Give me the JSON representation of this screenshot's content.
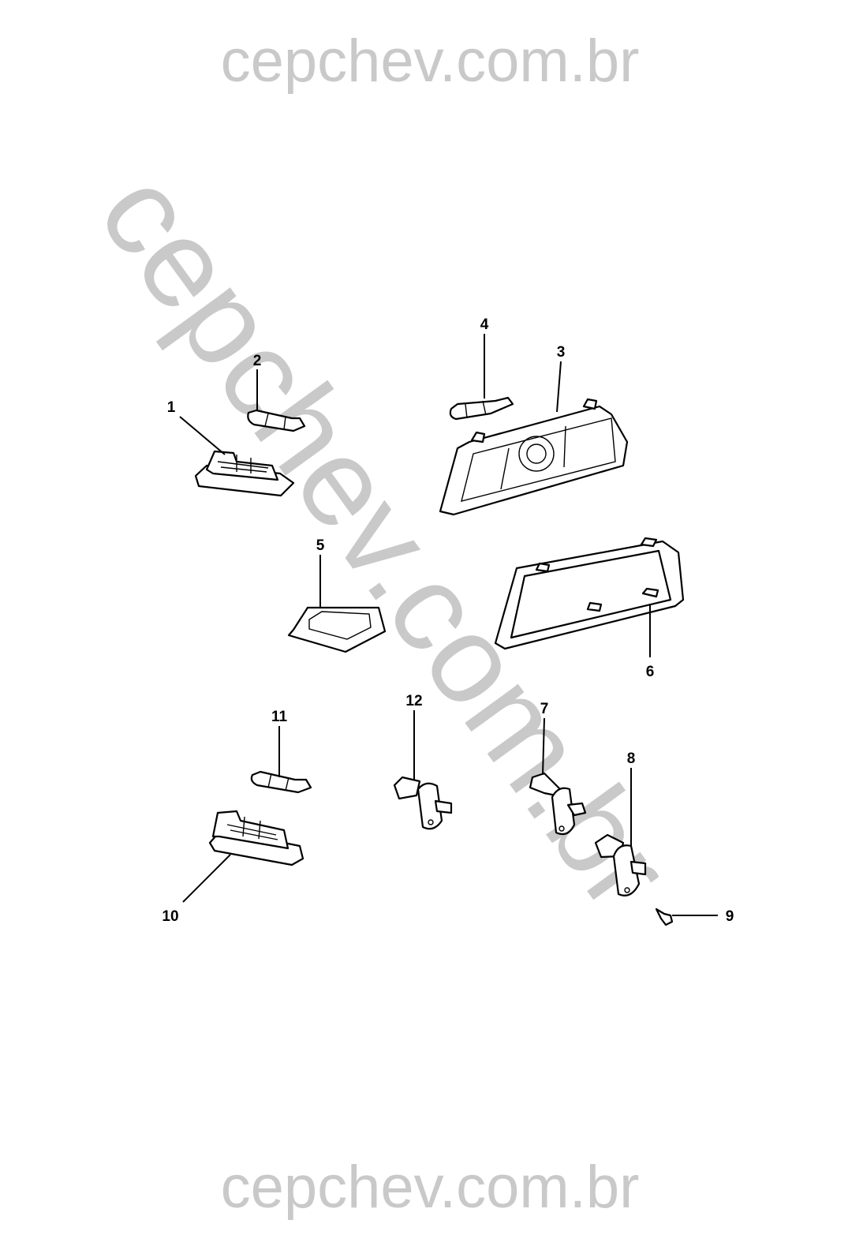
{
  "watermark": {
    "top": "cepchev.com.br",
    "diagonal": "cepchev.com.br",
    "bottom": "cepchev.com.br"
  },
  "callouts": [
    "1",
    "2",
    "3",
    "4",
    "5",
    "6",
    "7",
    "8",
    "9",
    "10",
    "11",
    "12"
  ]
}
